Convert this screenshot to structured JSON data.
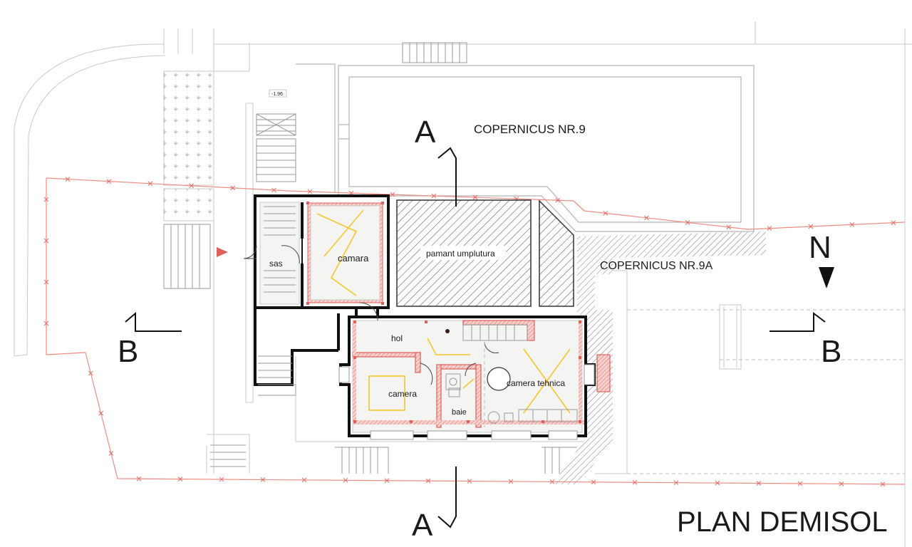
{
  "title": "PLAN DEMISOL",
  "section_marks": {
    "section_a": "A",
    "section_b": "B"
  },
  "north_label": "N",
  "level_mark": "-1.96",
  "buildings": {
    "neighbor_main": "COPERNICUS NR.9",
    "neighbor_adjacent": "COPERNICUS NR.9A"
  },
  "rooms": {
    "sas": "sas",
    "camara": "camara",
    "fill_area": "pamant umplutura",
    "hol": "hol",
    "camera": "camera",
    "baie": "baie",
    "camera_tehnica": "camera tehnica"
  },
  "colors": {
    "walls": "#111111",
    "new_walls_red": "#e0605a",
    "boundary_line": "#ef8c84",
    "furniture_yellow": "#f3c62a",
    "entry_arrow": "#e0605a"
  },
  "icons": [
    "north-arrow-icon",
    "entry-arrow-icon"
  ]
}
